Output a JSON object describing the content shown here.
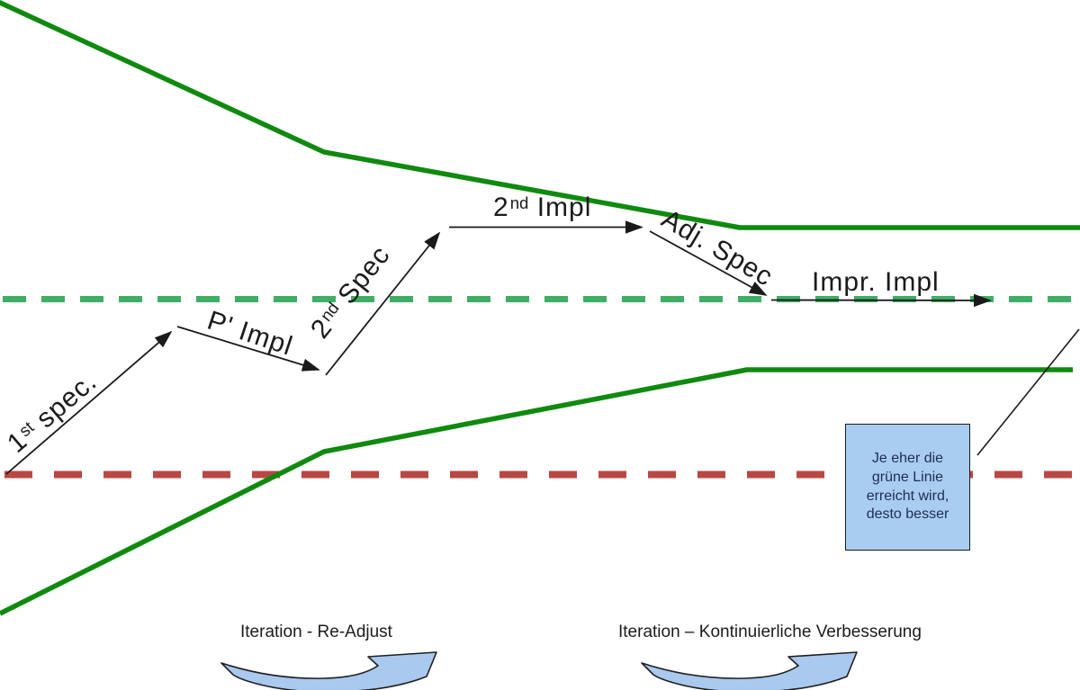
{
  "colors": {
    "spec_funnel_green_solid": "#0f8a0f",
    "target_line_green_dashed": "#3fae66",
    "start_line_red_dashed": "#b74844",
    "arrow_black": "#1a1a1a",
    "swoosh_arrow_fill": "#a9c9ee",
    "swoosh_arrow_outline": "#1f1f1f",
    "note_box_fill": "#a9cdf1",
    "note_box_border": "#1b1b1b",
    "note_box_text": "#1f2d50",
    "label_text": "#1b1b1b",
    "background": "#ffffff"
  },
  "step_labels": {
    "first_spec": {
      "text": "1",
      "sup": "st",
      "tail": " spec."
    },
    "p_impl": {
      "text": "P' Impl"
    },
    "second_spec": {
      "text": "2",
      "sup": "nd",
      "tail": " Spec"
    },
    "second_impl": {
      "text": "2",
      "sup": "nd",
      "tail": " Impl"
    },
    "adj_spec": {
      "text": "Adj. Spec"
    },
    "impr_impl": {
      "text": "Impr. Impl"
    }
  },
  "note_box": {
    "text": "Je eher die grüne Linie erreicht wird, desto besser"
  },
  "iteration_labels": {
    "left": "Iteration - Re-Adjust",
    "right": "Iteration – Kontinuierliche Verbesserung"
  }
}
